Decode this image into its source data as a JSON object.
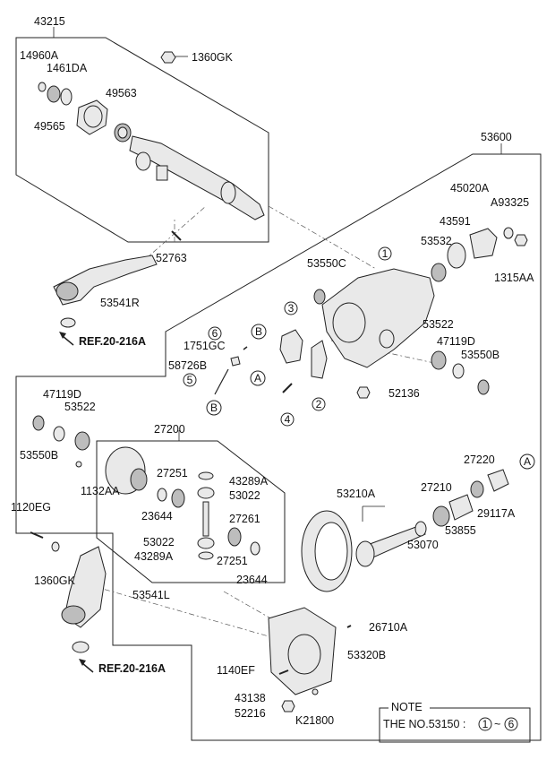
{
  "parts": {
    "p43215": "43215",
    "p14960A": "14960A",
    "p1461DA": "1461DA",
    "p1360GK_top": "1360GK",
    "p49563": "49563",
    "p49565": "49565",
    "p52763": "52763",
    "p53541R": "53541R",
    "p53600": "53600",
    "p45020A": "45020A",
    "pA93325": "A93325",
    "p43591": "43591",
    "p53532": "53532",
    "p1315AA": "1315AA",
    "p53550C": "53550C",
    "p6": "6",
    "p1751GC": "1751GC",
    "p58726B": "58726B",
    "p5": "5",
    "p53522_r": "53522",
    "p47119D_r": "47119D",
    "p53550B_r": "53550B",
    "p52136": "52136",
    "p47119D_l": "47119D",
    "p53522_l": "53522",
    "p53550B_l": "53550B",
    "p1132AA": "1132AA",
    "p27200": "27200",
    "p27251_a": "27251",
    "p43289A_a": "43289A",
    "p53022_a": "53022",
    "p23644_a": "23644",
    "p27261": "27261",
    "p53022_b": "53022",
    "p43289A_b": "43289A",
    "p27251_b": "27251",
    "p23644_b": "23644",
    "p53210A": "53210A",
    "p27220": "27220",
    "p27210": "27210",
    "p29117A": "29117A",
    "p53855": "53855",
    "p53070": "53070",
    "p1120EG": "1120EG",
    "p1360GK_l": "1360GK",
    "p53541L": "53541L",
    "p26710A": "26710A",
    "p53320B": "53320B",
    "p1140EF": "1140EF",
    "p43138": "43138",
    "p52216": "52216",
    "pK21800": "K21800"
  },
  "refs": {
    "ref_top": "REF.20-216A",
    "ref_bottom": "REF.20-216A"
  },
  "callouts": {
    "c1": "1",
    "c2": "2",
    "c3": "3",
    "c4": "4",
    "c5": "5",
    "c6": "6",
    "cA1": "A",
    "cA2": "A",
    "cB1": "B",
    "cB2": "B"
  },
  "note": {
    "title": "NOTE",
    "text": "THE NO.53150 : ",
    "from": "1",
    "sep": "~",
    "to": "6"
  }
}
